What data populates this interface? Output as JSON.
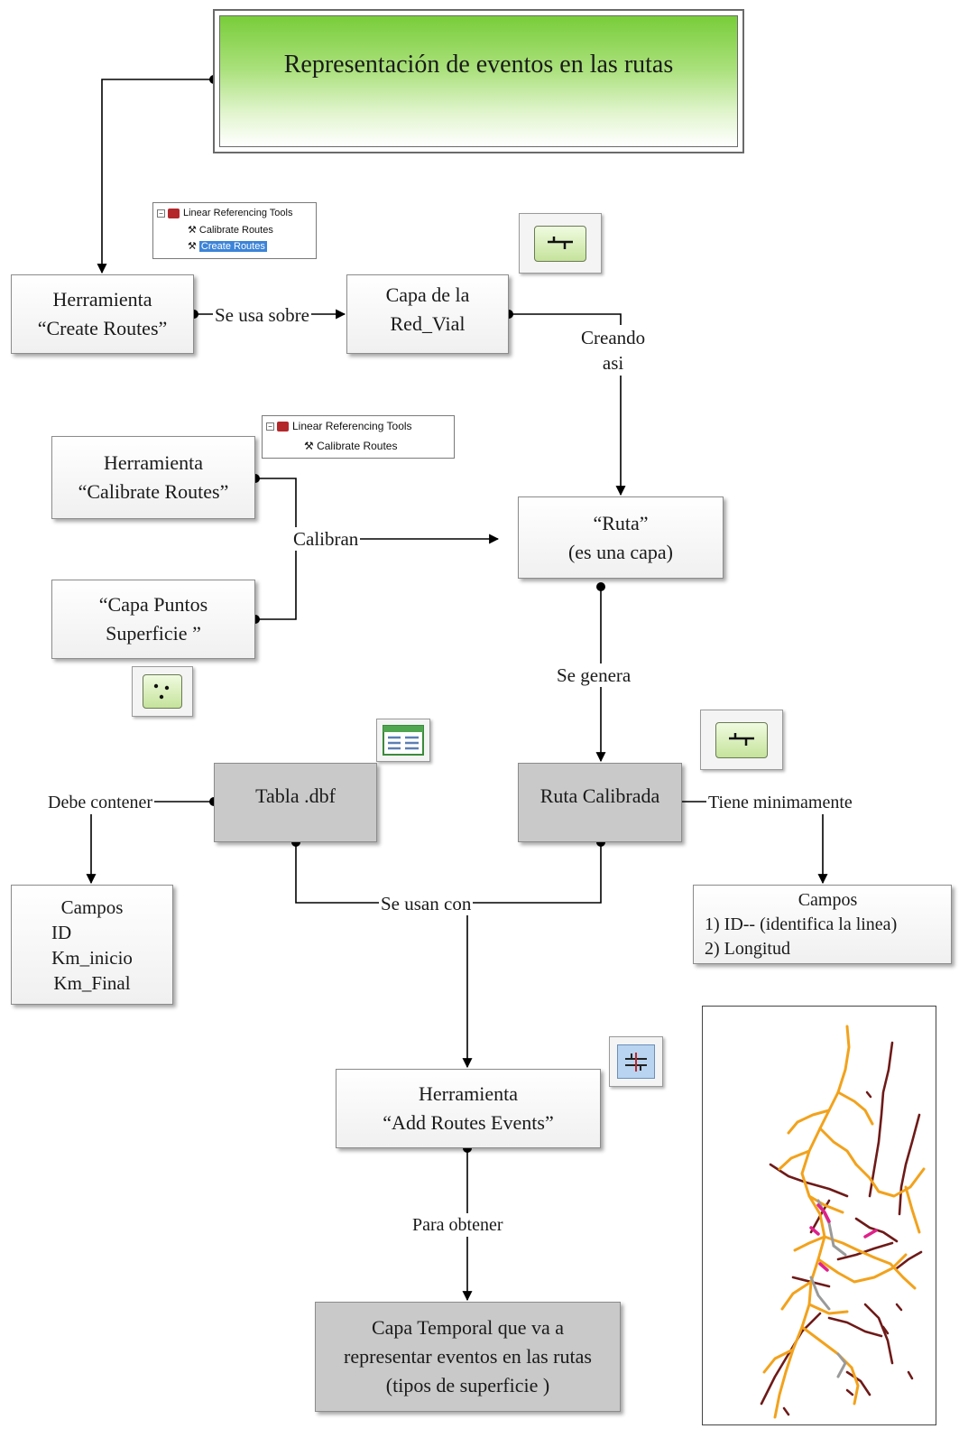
{
  "title": "Representación de eventos  en las rutas",
  "nodes": {
    "create_routes": [
      "Herramienta",
      "“Create  Routes”"
    ],
    "red_vial": [
      "Capa de la",
      "Red_Vial"
    ],
    "calibrate_routes": [
      "Herramienta",
      "“Calibrate Routes”"
    ],
    "capa_puntos": [
      "“Capa Puntos",
      "Superficie ”"
    ],
    "ruta": [
      "“Ruta”",
      "(es una capa)"
    ],
    "tabla": [
      "Tabla .dbf"
    ],
    "ruta_calibrada": [
      "Ruta Calibrada"
    ],
    "campos_left": [
      "Campos",
      "ID",
      "Km_inicio",
      "Km_Final"
    ],
    "campos_right": [
      "Campos",
      "1)  ID-- (identifica  la linea)",
      "2) Longitud"
    ],
    "add_routes_events": [
      "Herramienta",
      "“Add Routes Events”"
    ],
    "capa_temporal": [
      "Capa Temporal que va a",
      "representar eventos en las rutas",
      "(tipos de superficie  )"
    ]
  },
  "edge_labels": {
    "se_usa_sobre": "Se usa sobre",
    "creando_asi": [
      "Creando",
      "asi"
    ],
    "calibran": "Calibran",
    "se_genera": "Se genera",
    "debe_contener": "Debe contener",
    "tiene_minimamente": "Tiene minimamente",
    "se_usan_con": "Se usan con",
    "para_obtener": "Para obtener"
  },
  "tree_snippets": {
    "top": {
      "root": "Linear Referencing Tools",
      "items": [
        "Calibrate Routes",
        "Create Routes"
      ],
      "selected": "Create Routes"
    },
    "middle": {
      "root": "Linear Referencing Tools",
      "items": [
        "Calibrate Routes"
      ]
    }
  },
  "icons": [
    "route-layer-icon",
    "point-layer-icon",
    "table-icon",
    "add-route-events-icon"
  ],
  "map_colors": {
    "orange": "#f2a21c",
    "maroon": "#6e1a18",
    "gray": "#9a9a9a",
    "magenta": "#e0208a"
  },
  "colors": {
    "title_gradient_top": "#79cd3a",
    "dark_node": "#c9c9c9"
  }
}
